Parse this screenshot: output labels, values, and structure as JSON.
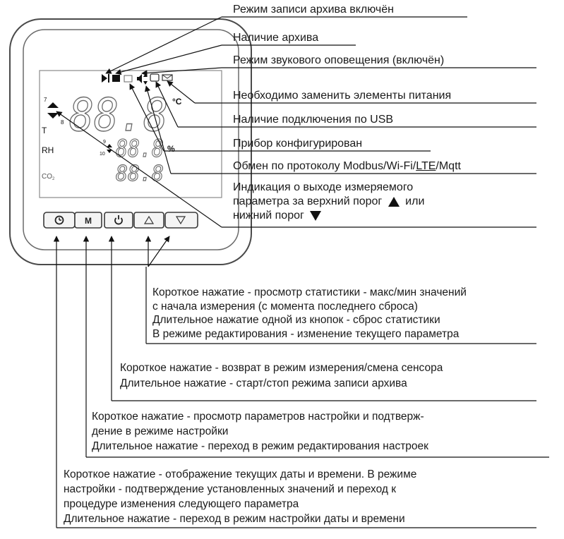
{
  "device": {
    "row_labels": {
      "t": "T",
      "rh": "RH",
      "co2": "CO",
      "co2_sub": "2"
    },
    "small_numbers": {
      "n7": "7",
      "n8": "8",
      "n9": "9",
      "n10": "10"
    },
    "units": {
      "celsius": "°C",
      "percent": "%"
    },
    "display_digits": {
      "row1": "88.8",
      "row2": "88.8",
      "row3": "88.8"
    },
    "buttons": [
      {
        "name": "clock",
        "icon": "clock-icon"
      },
      {
        "name": "mode",
        "label": "M"
      },
      {
        "name": "power",
        "icon": "power-icon"
      },
      {
        "name": "up",
        "icon": "triangle-up-icon"
      },
      {
        "name": "down",
        "icon": "triangle-down-icon"
      }
    ]
  },
  "labels": {
    "archive_recording": "Режим записи архива включён",
    "archive_present": "Наличие архива",
    "sound_alert": "Режим звукового оповещения (включён)",
    "battery_replace": "Необходимо заменить элементы питания",
    "usb_connected": "Наличие подключения по USB",
    "configured": "Прибор конфигурирован",
    "exchange_prefix": "Обмен по протоколу Modbus/Wi-Fi/",
    "exchange_lte": "LTE",
    "exchange_suffix": "/Mqtt",
    "threshold_line1": "Индикация о выходе измеряемого",
    "threshold_line2": "параметра за верхний порог",
    "threshold_or": "или",
    "threshold_line3": "нижний порог"
  },
  "descriptions": {
    "arrows": [
      "Короткое нажатие - просмотр статистики - макс/мин значений",
      "с начала измерения (с момента последнего сброса)",
      "Длительное нажатие одной из кнопок - сброс статистики",
      "В режиме редактирования - изменение текущего параметра"
    ],
    "power": [
      "Короткое нажатие - возврат в режим измерения/смена сенсора",
      "Длительное нажатие -  старт/стоп режима записи архива"
    ],
    "mode": [
      "Короткое нажатие - просмотр параметров настройки и подтверж-",
      "дение в режиме настройки",
      "Длительное нажатие -  переход в режим редактирования настроек"
    ],
    "clock": [
      "Короткое нажатие - отображение текущих даты и времени. В режиме",
      "настройки - подтверждение установленных значений и переход к",
      "процедуре изменения следующего параметра",
      "Длительное нажатие -  переход в режим настройки даты и времени"
    ]
  }
}
